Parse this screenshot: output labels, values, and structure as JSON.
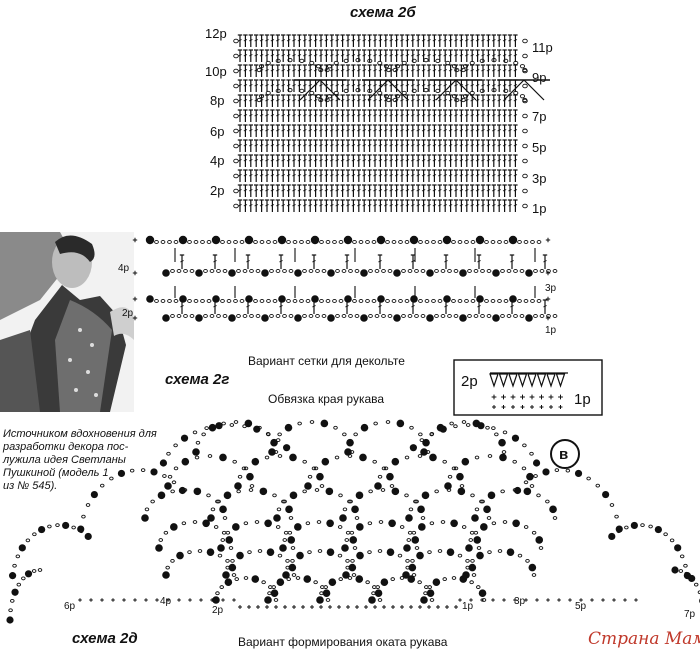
{
  "scheme_2b": {
    "title": "схема 2б",
    "rows_left": [
      "12р",
      "10р",
      "8р",
      "6р",
      "4р",
      "2р"
    ],
    "rows_right": [
      "11р",
      "9р",
      "7р",
      "5р",
      "3р",
      "1р"
    ]
  },
  "net": {
    "left_labels": [
      "4р",
      "2р"
    ],
    "right_labels": [
      "3р",
      "1р"
    ],
    "caption": "Вариант сетки для декольте"
  },
  "scheme_2g": {
    "title": "схема 2г",
    "caption": "Обвязка края рукава",
    "legend_top": "2р",
    "legend_bottom": "1р"
  },
  "note": {
    "lines": [
      "Источником вдохновения для",
      "разработки декора пос-",
      "лужила идея Светланы",
      "Пушкиной (модель 1",
      "из № 545)."
    ]
  },
  "badge": {
    "label": "в"
  },
  "scheme_2d": {
    "title": "схема 2д",
    "caption": "Вариант формирования оката рукава",
    "row_labels": [
      "6р",
      "4р",
      "2р",
      "1р",
      "3р",
      "5р",
      "7р"
    ]
  },
  "watermark": {
    "text": "Страна Мам"
  }
}
